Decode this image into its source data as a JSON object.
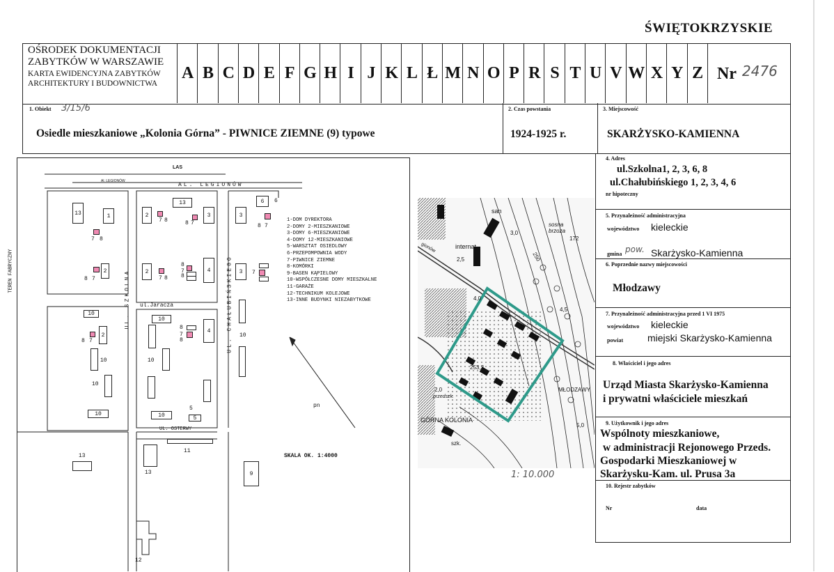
{
  "region": "ŚWIĘTOKRZYSKIE",
  "header": {
    "institution_1": "OŚRODEK DOKUMENTACJI",
    "institution_2": "ZABYTKÓW W WARSZAWIE",
    "card_title_1": "KARTA EWIDENCYJNA ZABYTKÓW",
    "card_title_2": "ARCHITEKTURY I BUDOWNICTWA",
    "letters": [
      "A",
      "B",
      "C",
      "D",
      "E",
      "F",
      "G",
      "H",
      "I",
      "J",
      "K",
      "L",
      "Ł",
      "M",
      "N",
      "O",
      "P",
      "R",
      "S",
      "T",
      "U",
      "V",
      "W",
      "X",
      "Y",
      "Z"
    ],
    "nr_label": "Nr",
    "nr_value": "2476"
  },
  "object": {
    "label": "1. Obiekt",
    "handwritten": "3/15/6",
    "name": "Osiedle mieszkaniowe „Kolonia Górna” - PIWNICE ZIEMNE  (9) typowe"
  },
  "time": {
    "label": "2. Czas powstania",
    "value": "1924-1925 r."
  },
  "locality": {
    "label": "3. Miejscowość",
    "value": "SKARŻYSKO-KAMIENNA"
  },
  "address": {
    "label": "4. Adres",
    "line1": "ul.Szkolna1, 2, 3, 6, 8",
    "line2": "ul.Chałubińskiego 1, 2, 3, 4, 6",
    "mortgage": "nr hipoteczny"
  },
  "admin": {
    "label": "5. Przynależność administracyjna",
    "voiv_label": "województwo",
    "voiv_value": "kieleckie",
    "gmina_label": "gmina",
    "gmina_hand": "pow.",
    "gmina_value": "Skarżysko-Kamienna"
  },
  "former": {
    "label": "6. Poprzednie nazwy miejscowości",
    "value": "Młodzawy"
  },
  "admin1975": {
    "label": "7. Przynależność administracyjna  przed 1 VI 1975",
    "voiv_label": "województwo",
    "voiv_value": "kieleckie",
    "powiat_label": "powiat",
    "powiat_value": "miejski Skarżysko-Kamienna"
  },
  "owner": {
    "label": "8. Właściciel i jego adres",
    "line1": "Urząd Miasta Skarżysko-Kamienna",
    "line2": "i prywatni właściciele  mieszkań"
  },
  "user": {
    "label": "9. Użytkownik i jego adres",
    "line1": "Wspólnoty mieszkaniowe,",
    "line2": "w  administracji  Rejonowego Przeds.",
    "line3": "Gospodarki Mieszkaniowej  w",
    "line4": "Skarżysku-Kam.  ul.  Prusa 3a"
  },
  "registry": {
    "label": "10. Rejestr  zabytków",
    "nr_label": "Nr",
    "data_label": "data"
  },
  "site_plan": {
    "las": "LAS",
    "al_legionow_small": "Al. LEGIONÓW",
    "al_legionow": "AL. LEGIONÓW",
    "teren_fabryczny": "TEREN FABRYCZNY",
    "ul_szkolna": "UL. SZKOLNA",
    "ul_jaracza": "ul.Jaracza",
    "ul_chalubinskiego": "UL. CHAŁUBIŃSKIEGO",
    "ul_osterwy": "UL. OSTERWY",
    "pn": "pn",
    "scale": "SKALA OK. 1:4000",
    "legend": [
      "1-DOM DYREKTORA",
      "2-DOMY 2-MIESZKANIOWE",
      "3-DOMY 6-MIESZKANIOWE",
      "4-DOMY 12-MIESZKANIOWE",
      "5-WARSZTAT OSIEDLOWY",
      "6-PRZEPOMPOWNIA WODY",
      "7-PIWNICE ZIEMNE",
      "8-KOMÓRKI",
      "9-BASEN KĄPIELOWY",
      "10-WSPÓŁCZESNE DOMY MIESZKALNE",
      "11-GARAŻE",
      "12-TECHNIKUM KOLEJOWE",
      "13-INNE BUDYNKI NIEZABYTKOWE"
    ],
    "marks": {
      "m1": "1",
      "m2": "2",
      "m3": "3",
      "m4": "4",
      "m5": "5",
      "m6": "6",
      "m7": "7",
      "m8": "8",
      "m9": "9",
      "m10": "10",
      "m11": "11",
      "m12": "12",
      "m13": "13"
    }
  },
  "topo_map": {
    "labels": {
      "san": "san",
      "internat": "internat",
      "sosna_brzoza": "sosna brzoza",
      "v30": "3,0",
      "v25": "2,5",
      "v40": "4,0",
      "v45": "4,5",
      "v172": "172",
      "v250": "250",
      "v2533": "253,3",
      "v20": "2,0",
      "v50": "5,0",
      "mlodzawy": "MŁODZAWY",
      "gorna_kolonia": "GÓRNA KOLONIA",
      "szk": "szk.",
      "przedszk": "przedszk.",
      "legionow": "gionów"
    },
    "scale_hand": "1: 10.000",
    "boundary_color": "#2e9a8a"
  }
}
